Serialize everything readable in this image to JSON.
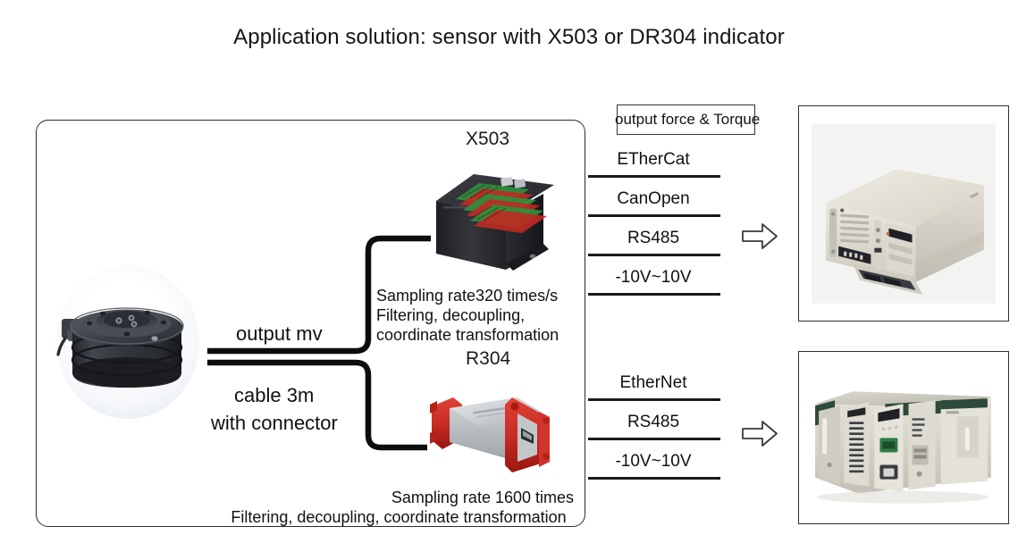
{
  "title": "Application solution: sensor with X503 or DR304 indicator",
  "sensor": {
    "name": "force-torque-sensor",
    "output_label": "output mv",
    "cable_label_line1": "cable 3m",
    "cable_label_line2": "with connector"
  },
  "devices": [
    {
      "caption": "X503",
      "image_name": "x503-indicator-photo",
      "spec_lines": [
        "Sampling rate320 times/s",
        "Filtering, decoupling,",
        "coordinate transformation"
      ]
    },
    {
      "caption": "R304",
      "image_name": "r304-indicator-photo",
      "spec_lines": [
        "Sampling rate 1600 times",
        "Filtering, decoupling, coordinate transformation"
      ]
    }
  ],
  "output_force_box": {
    "label": "output force & Torque"
  },
  "protocols_top": [
    "ETherCat",
    "CanOpen",
    "RS485",
    "-10V~10V"
  ],
  "protocols_bottom": [
    "EtherNet",
    "RS485",
    "-10V~10V"
  ],
  "targets": [
    {
      "image_name": "industrial-pc-photo"
    },
    {
      "image_name": "plc-rack-photo"
    }
  ],
  "arrows": {
    "name": "flow-arrow-right",
    "count": 2
  },
  "colors": {
    "background": "#ffffff",
    "line": "#1a1a1a",
    "border": "#2c2c2c",
    "text": "#111111",
    "x503_body": "#2b2b2f",
    "r304_body": "#c9cdd1",
    "r304_accent": "#d42b22",
    "terminal_green": "#2f8f3c",
    "terminal_red": "#c02a22",
    "ipc_body": "#ddd9ce",
    "plc_body": "#d6d3c8",
    "plc_accent": "#2e4a3a"
  }
}
